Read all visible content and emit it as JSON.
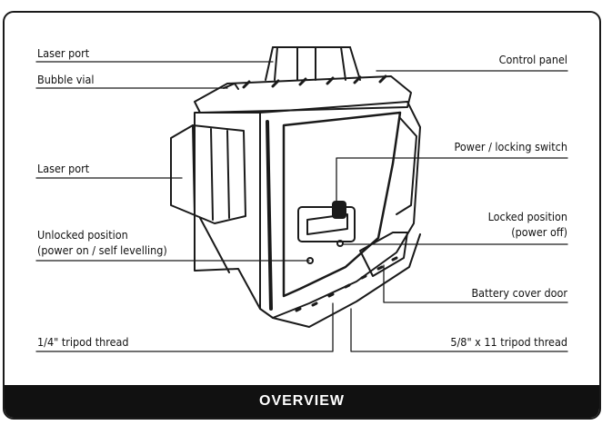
{
  "footer": {
    "title": "OVERVIEW"
  },
  "labels": {
    "laser_port_top": "Laser port",
    "bubble_vial": "Bubble vial",
    "laser_port_side": "Laser port",
    "unlocked_line1": "Unlocked position",
    "unlocked_line2": "(power on / self levelling)",
    "tripod_quarter": "1/4\" tripod thread",
    "control_panel": "Control panel",
    "power_switch": "Power / locking switch",
    "locked_line1": "Locked position",
    "locked_line2": "(power off)",
    "battery_door": "Battery cover door",
    "tripod_five_eighths": "5/8\" x 11 tripod thread"
  },
  "colors": {
    "line": "#1a1a1a",
    "footer_bg": "#111111",
    "footer_text": "#ffffff"
  }
}
